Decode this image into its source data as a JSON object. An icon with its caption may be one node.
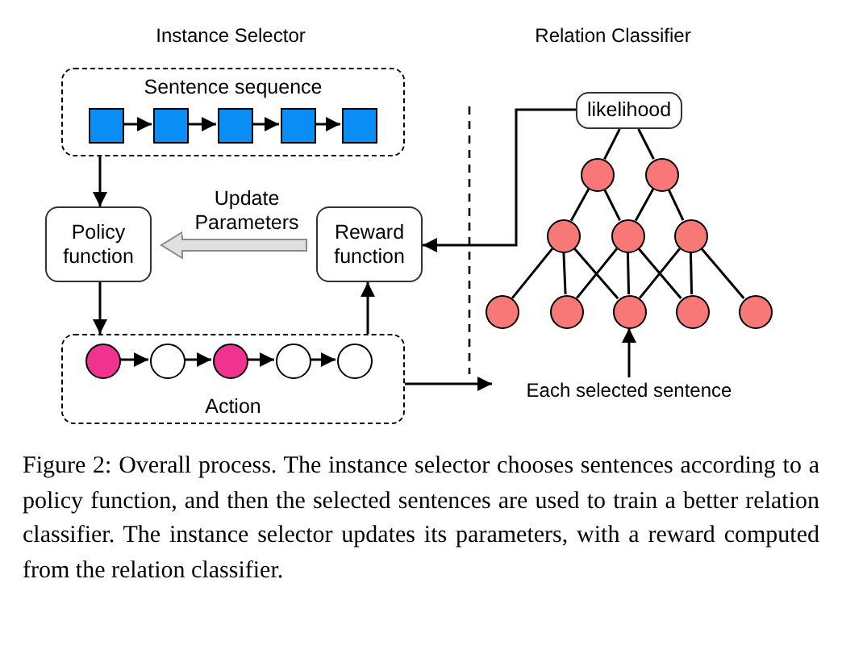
{
  "diagram": {
    "caption": "Figure 2: Overall process. The instance selector chooses sentences according to a policy function, and then the selected sentences are used to train a better relation classifier. The instance selector updates its parameters, with a reward computed from the relation classifier.",
    "nodes": [
      {
        "text": [
          "Sentence sequence"
        ]
      },
      {
        "text": [],
        "shape": "box",
        "in": 0
      },
      {
        "text": [],
        "shape": "box",
        "in": 0
      },
      {
        "text": [],
        "shape": "box",
        "in": 0
      },
      {
        "text": [],
        "shape": "box",
        "in": 0
      },
      {
        "text": [],
        "shape": "box",
        "in": 0
      },
      {
        "text": [
          "Policy function"
        ]
      },
      {
        "text": [
          "Reward function"
        ]
      },
      {
        "text": [
          "Action"
        ]
      },
      {
        "text": [],
        "shape": "circle",
        "in": 8
      },
      {
        "text": [],
        "shape": "circle",
        "in": 8
      },
      {
        "text": [],
        "shape": "circle",
        "in": 8
      },
      {
        "text": [],
        "shape": "circle",
        "in": 8
      },
      {
        "text": [],
        "shape": "circle",
        "in": 8
      },
      {
        "text": [
          "likelihood"
        ]
      },
      {
        "text": [],
        "shape": "circle"
      },
      {
        "text": [],
        "shape": "circle"
      },
      {
        "text": [],
        "shape": "circle"
      },
      {
        "text": [],
        "shape": "circle"
      },
      {
        "text": [],
        "shape": "circle"
      },
      {
        "text": [],
        "shape": "circle"
      },
      {
        "text": [],
        "shape": "circle"
      },
      {
        "text": [],
        "shape": "circle"
      },
      {
        "text": [],
        "shape": "circle"
      },
      {
        "text": [],
        "shape": "circle"
      },
      {
        "text": [
          "Each selected sentence"
        ]
      }
    ],
    "edges": [
      {
        "from": 1,
        "to": 2,
        "arrow": "to"
      },
      {
        "from": 2,
        "to": 3,
        "arrow": "to"
      },
      {
        "from": 3,
        "to": 4,
        "arrow": "to"
      },
      {
        "from": 4,
        "to": 5,
        "arrow": "to"
      },
      {
        "from": 0,
        "to": 6,
        "arrow": "to"
      },
      {
        "from": 6,
        "to": 8,
        "arrow": "to"
      },
      {
        "from": 8,
        "to": 7,
        "arrow": "to"
      },
      {
        "from": 7,
        "to": 6,
        "arrow": "to",
        "label": "Update Parameters",
        "style": "thick",
        "color": "#e0e0e0"
      },
      {
        "from": 9,
        "to": 10,
        "arrow": "to"
      },
      {
        "from": 10,
        "to": 11,
        "arrow": "to"
      },
      {
        "from": 11,
        "to": 12,
        "arrow": "to"
      },
      {
        "from": 12,
        "to": 13,
        "arrow": "to"
      },
      {
        "from": 14,
        "to": 7,
        "arrow": "to"
      },
      {
        "from": 8,
        "to": 25,
        "arrow": "to"
      },
      {
        "from": 25,
        "to": 22,
        "arrow": "to"
      },
      {
        "from": 14,
        "to": 15,
        "arrow": "none"
      },
      {
        "from": 14,
        "to": 16,
        "arrow": "none"
      },
      {
        "from": 15,
        "to": 17,
        "arrow": "none"
      },
      {
        "from": 15,
        "to": 18,
        "arrow": "none"
      },
      {
        "from": 16,
        "to": 18,
        "arrow": "none"
      },
      {
        "from": 16,
        "to": 19,
        "arrow": "none"
      },
      {
        "from": 17,
        "to": 20,
        "arrow": "none"
      },
      {
        "from": 17,
        "to": 21,
        "arrow": "none"
      },
      {
        "from": 17,
        "to": 22,
        "arrow": "none"
      },
      {
        "from": 18,
        "to": 21,
        "arrow": "none"
      },
      {
        "from": 18,
        "to": 22,
        "arrow": "none"
      },
      {
        "from": 18,
        "to": 23,
        "arrow": "none"
      },
      {
        "from": 19,
        "to": 22,
        "arrow": "none"
      },
      {
        "from": 19,
        "to": 23,
        "arrow": "none"
      },
      {
        "from": 19,
        "to": 24,
        "arrow": "none"
      }
    ],
    "labels": [
      "Instance Selector",
      "Relation Classifier"
    ]
  }
}
